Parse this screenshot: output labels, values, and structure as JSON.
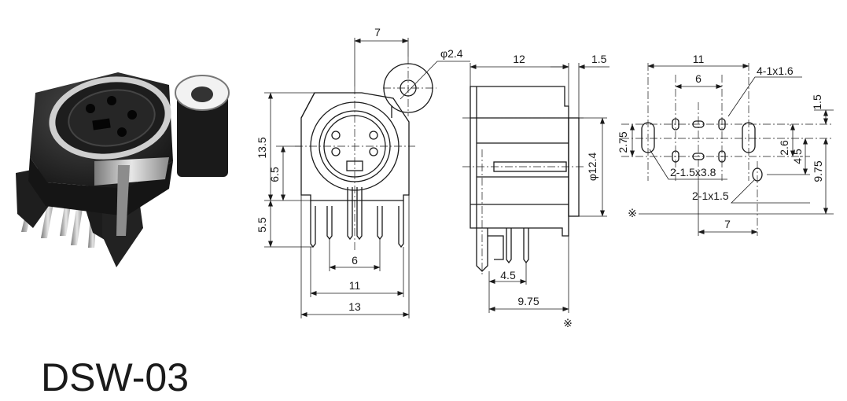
{
  "title": "DSW-03",
  "front_view": {
    "dims": {
      "top_width": "7",
      "hole_dia": "φ2.4",
      "height": "13.5",
      "center_height": "6.5",
      "leg_length": "5.5",
      "pin_pitch": "6",
      "leg_span": "11",
      "body_width": "13"
    }
  },
  "side_view": {
    "dims": {
      "depth": "12",
      "flange": "1.5",
      "face_dia": "φ12.4",
      "pin_offset": "4.5",
      "pin_depth": "9.75"
    },
    "ref_mark": "※"
  },
  "pcb_layout": {
    "dims": {
      "outer_span": "11",
      "inner_pitch": "6",
      "small_holes": "4-1x1.6",
      "top_offset": "1.5",
      "slot_offset": "2.75",
      "row_pitch": "2.6",
      "peg_offset": "4.5",
      "peg_depth": "9.75",
      "slots": "2-1.5x3.8",
      "pegs": "2-1x1.5",
      "peg_span": "7"
    },
    "ref_mark": "※"
  }
}
